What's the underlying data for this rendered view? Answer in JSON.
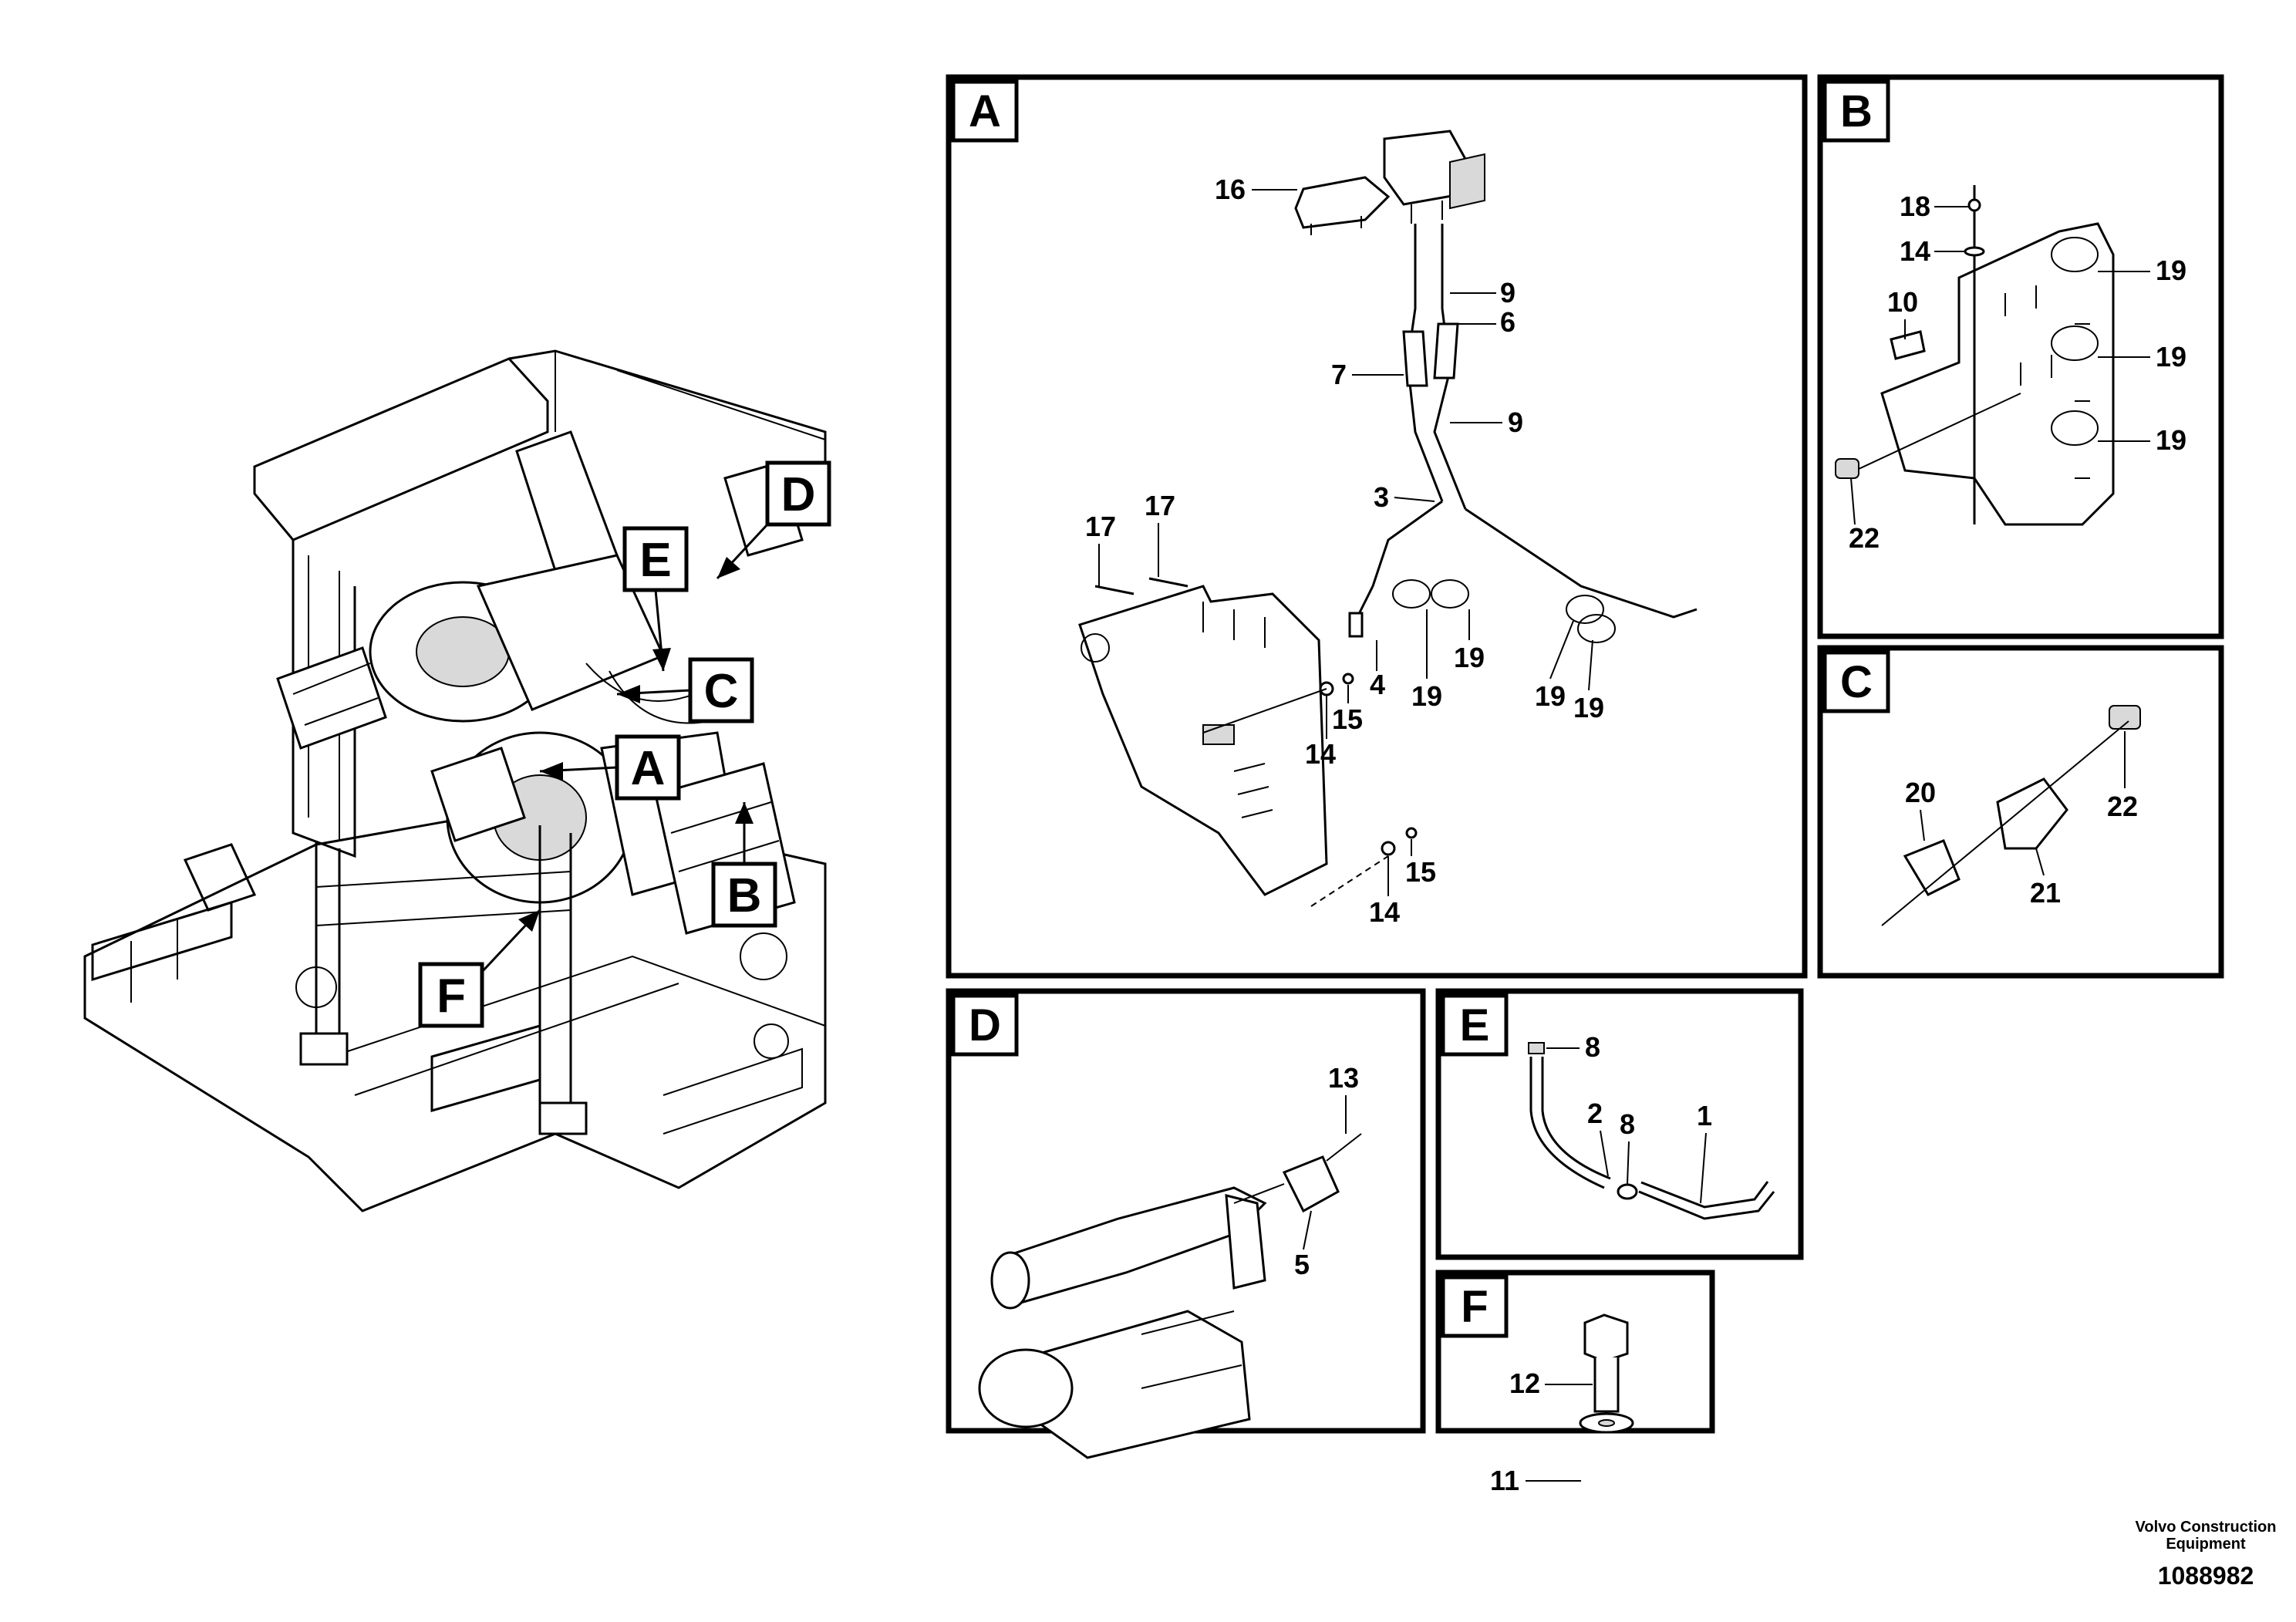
{
  "overview": {
    "labels": [
      "A",
      "B",
      "C",
      "D",
      "E",
      "F"
    ]
  },
  "panels": {
    "A": {
      "letter": "A",
      "callouts": [
        "16",
        "9",
        "6",
        "7",
        "9",
        "3",
        "17",
        "17",
        "4",
        "19",
        "19",
        "19",
        "19",
        "15",
        "14",
        "15",
        "14"
      ]
    },
    "B": {
      "letter": "B",
      "callouts": [
        "18",
        "14",
        "19",
        "10",
        "19",
        "19",
        "22"
      ]
    },
    "C": {
      "letter": "C",
      "callouts": [
        "20",
        "22",
        "21"
      ]
    },
    "D": {
      "letter": "D",
      "callouts": [
        "13",
        "5"
      ]
    },
    "E": {
      "letter": "E",
      "callouts": [
        "8",
        "2",
        "8",
        "1"
      ]
    },
    "F": {
      "letter": "F",
      "callouts": [
        "12",
        "11"
      ]
    }
  },
  "footer": {
    "company_line1": "Volvo Construction",
    "company_line2": "Equipment",
    "drawing_number": "1088982"
  }
}
